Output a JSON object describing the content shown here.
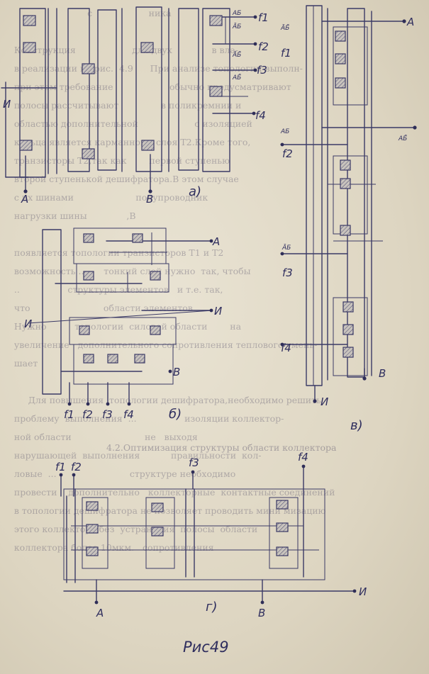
{
  "figure_labels": {
    "a": "а)",
    "b": "б)",
    "v": "в)",
    "g": "г)"
  },
  "caption": "Рис49",
  "terminals": {
    "A": "А",
    "B": "В",
    "I": "И",
    "f1": "f1",
    "f2": "f2",
    "f3": "f3",
    "f4": "f4"
  },
  "signals": {
    "ab": "АБ",
    "ab_bar": "АБ̄",
    "a_bar_b": "ĀБ",
    "a_bar_b_bar": "ĀБ̄"
  },
  "bleed_text": [
    "                               с                    ника",
    "",
    "     Конструкция                    для двух              в вла-",
    "     в реализации на рис.  4.9      При анализе топологии выполн-",
    "     при этом требование                    обычно предусматривают",
    "     полосы рассчитывают               в поликремнии и",
    "     областью дополнительной                    с изоляцией",
    "     кольца является карманного  слоя Т2.Кроме того,",
    "     транзисторы Т2,так как        первой ступенью",
    "     второй ступенькой дешифратора.В этом случае",
    "     с их шинами                      полупроводник",
    "     нагрузки шины              ,В",
    "",
    "     появляется топологии транзисторов Т1 и Т2",
    "     возможность ...      тонкий слой нужно  так, чтобы",
    "     ..                 структуры элементов   и т.е. так,",
    "     что                          области элементов",
    "     Нужно          топологии  силовой области        на",
    "     увеличение   дополнительного сопротивления теплового умень-",
    "     шает",
    "",
    "          Для повышения  топологии дешифратора,необходимо решить",
    "     проблему  выполнения  ...                 изоляции коллектор-",
    "     ной области                          не   выходя",
    "     нарушающей  выполнения           правильности  кол-",
    "     ловые  ...                          структуре необходимо",
    "     провести    дополнительно   коллекторные  контактные соединений",
    "     в топологии дешифратора не позволяет проводить мини мизацию",
    "     этого коллектора без  устранения  полосы  области",
    "     коллектора более 10мкм.   сопротивления"
  ],
  "bleed_heading": "4.2.Оптимизация структуры области коллектора"
}
